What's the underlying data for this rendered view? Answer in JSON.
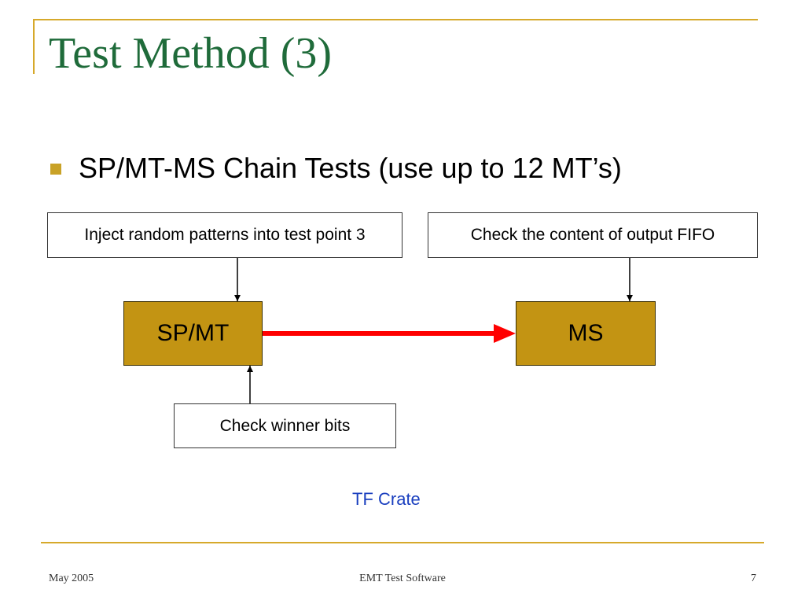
{
  "slide": {
    "title": "Test Method (3)",
    "bullet": "SP/MT-MS Chain Tests (use up to 12 MT’s)",
    "boxes": {
      "inject": "Inject random patterns into test point 3",
      "fifo": "Check the content of output FIFO",
      "winner": "Check winner bits"
    },
    "blocks": {
      "spmt": "SP/MT",
      "ms": "MS"
    },
    "crate_label": "TF Crate",
    "footer": {
      "date": "May 2005",
      "center": "EMT Test Software",
      "page": "7"
    }
  },
  "colors": {
    "title": "#1f6b3a",
    "accent": "#d6a92b",
    "block_fill": "#c39413",
    "chain_arrow": "#ff0000",
    "crate_label": "#1a3fbf"
  }
}
